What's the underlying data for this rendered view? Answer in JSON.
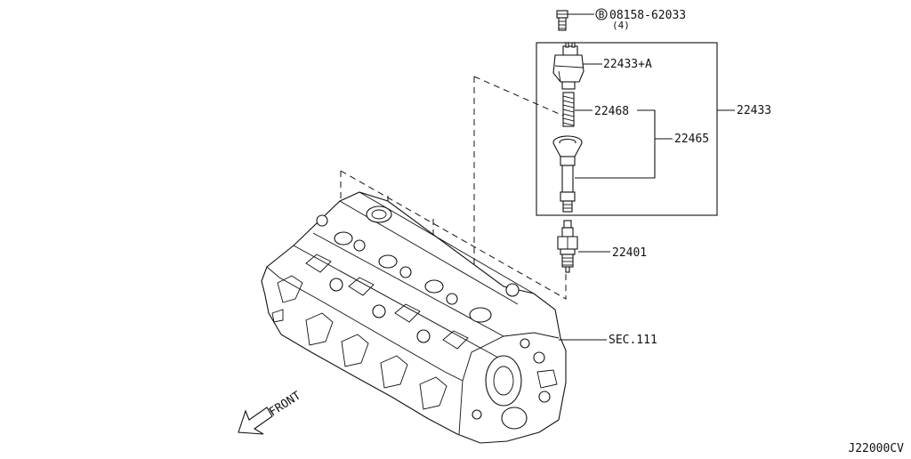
{
  "callouts": {
    "bolt_part_no": "08158-62033",
    "bolt_qty": "(4)",
    "bolt_marker": "B",
    "coil_assembly_sub": "22433+A",
    "spring": "22468",
    "boot": "22465",
    "coil_assembly": "22433",
    "spark_plug": "22401",
    "cylinder_head_ref": "SEC.111"
  },
  "front_label": "FRONT",
  "diagram_code": "J22000CV"
}
